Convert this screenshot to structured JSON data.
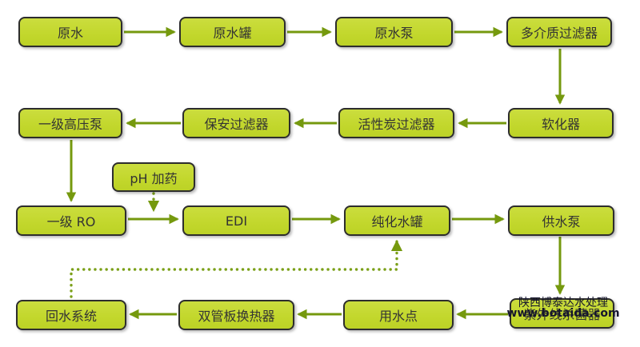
{
  "diagram": {
    "type": "flowchart",
    "colors": {
      "node_fill": "#c2d72c",
      "node_border": "#2d2d2d",
      "arrow_solid": "#75990e",
      "arrow_dotted": "#7ba018",
      "text": "#333333",
      "background": "#ffffff"
    },
    "nodes": [
      {
        "id": "raw-water",
        "label": "原水"
      },
      {
        "id": "raw-water-tank",
        "label": "原水罐"
      },
      {
        "id": "raw-water-pump",
        "label": "原水泵"
      },
      {
        "id": "multi-media-filter",
        "label": "多介质过滤器"
      },
      {
        "id": "first-stage-high-pressure-pump",
        "label": "一级高压泵"
      },
      {
        "id": "security-filter",
        "label": "保安过滤器"
      },
      {
        "id": "activated-carbon-filter",
        "label": "活性炭过滤器"
      },
      {
        "id": "softener",
        "label": "软化器"
      },
      {
        "id": "ph-dosing",
        "label": "pH 加药"
      },
      {
        "id": "first-stage-ro",
        "label": "一级 RO"
      },
      {
        "id": "edi",
        "label": "EDI"
      },
      {
        "id": "purified-water-tank",
        "label": "纯化水罐"
      },
      {
        "id": "supply-pump",
        "label": "供水泵"
      },
      {
        "id": "return-water-system",
        "label": "回水系统"
      },
      {
        "id": "double-tube-sheet-heat-exchanger",
        "label": "双管板换热器"
      },
      {
        "id": "water-use-point",
        "label": "用水点"
      },
      {
        "id": "uv-sterilizer",
        "label": "紫外线杀菌器"
      }
    ],
    "edges": [
      {
        "from": "raw-water",
        "to": "raw-water-tank",
        "style": "solid"
      },
      {
        "from": "raw-water-tank",
        "to": "raw-water-pump",
        "style": "solid"
      },
      {
        "from": "raw-water-pump",
        "to": "multi-media-filter",
        "style": "solid"
      },
      {
        "from": "multi-media-filter",
        "to": "softener",
        "style": "solid"
      },
      {
        "from": "softener",
        "to": "activated-carbon-filter",
        "style": "solid"
      },
      {
        "from": "activated-carbon-filter",
        "to": "security-filter",
        "style": "solid"
      },
      {
        "from": "security-filter",
        "to": "first-stage-high-pressure-pump",
        "style": "solid"
      },
      {
        "from": "first-stage-high-pressure-pump",
        "to": "first-stage-ro",
        "style": "solid"
      },
      {
        "from": "ph-dosing",
        "to": "first-stage-ro-edi-line",
        "style": "dotted"
      },
      {
        "from": "first-stage-ro",
        "to": "edi",
        "style": "solid"
      },
      {
        "from": "edi",
        "to": "purified-water-tank",
        "style": "solid"
      },
      {
        "from": "purified-water-tank",
        "to": "supply-pump",
        "style": "solid"
      },
      {
        "from": "supply-pump",
        "to": "uv-sterilizer",
        "style": "solid"
      },
      {
        "from": "uv-sterilizer",
        "to": "water-use-point",
        "style": "solid"
      },
      {
        "from": "water-use-point",
        "to": "double-tube-sheet-heat-exchanger",
        "style": "solid"
      },
      {
        "from": "double-tube-sheet-heat-exchanger",
        "to": "return-water-system",
        "style": "solid"
      },
      {
        "from": "return-water-system",
        "to": "purified-water-tank",
        "style": "dotted"
      }
    ],
    "watermark": {
      "line1": "陕西博泰达水处理",
      "line2": "www.botaida.com"
    }
  }
}
